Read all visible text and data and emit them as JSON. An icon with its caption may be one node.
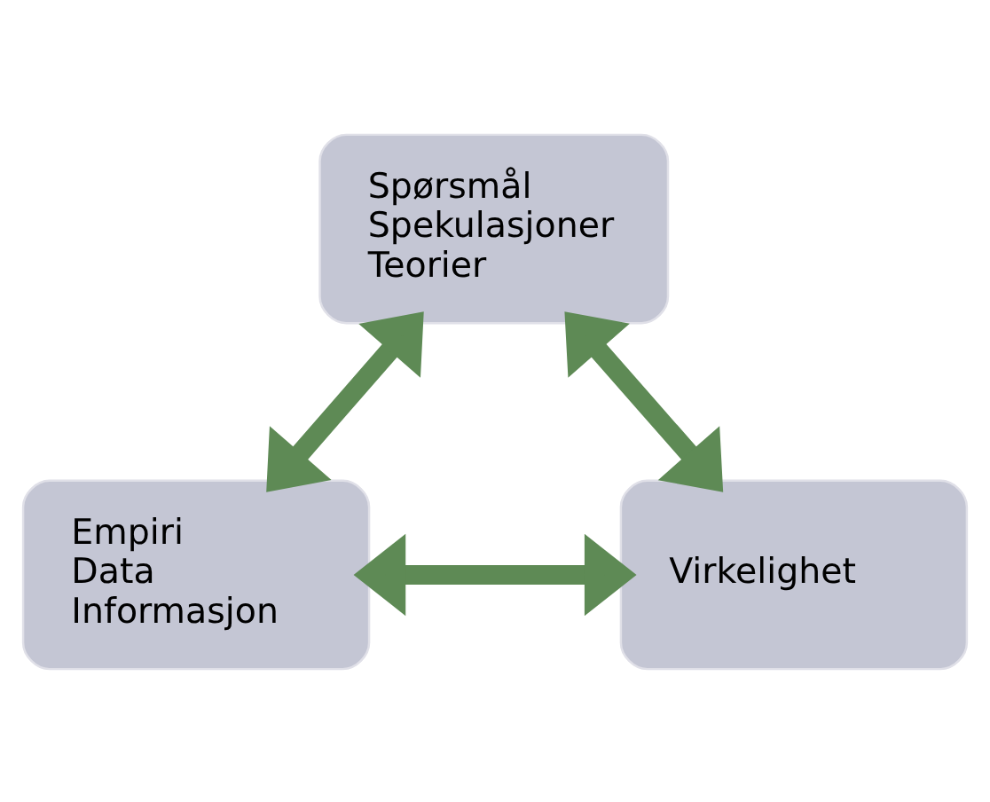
{
  "diagram": {
    "nodes": [
      {
        "text": [
          "Spørsmål",
          "Spekulasjoner",
          "Teorier"
        ]
      },
      {
        "text": [
          "Empiri",
          "Data",
          "Informasjon"
        ]
      },
      {
        "text": [
          "Virkelighet"
        ]
      }
    ],
    "edges": [
      {
        "from": 0,
        "to": 1,
        "arrow": "both"
      },
      {
        "from": 1,
        "to": 2,
        "arrow": "both"
      },
      {
        "from": 0,
        "to": 2,
        "arrow": "both"
      }
    ]
  }
}
